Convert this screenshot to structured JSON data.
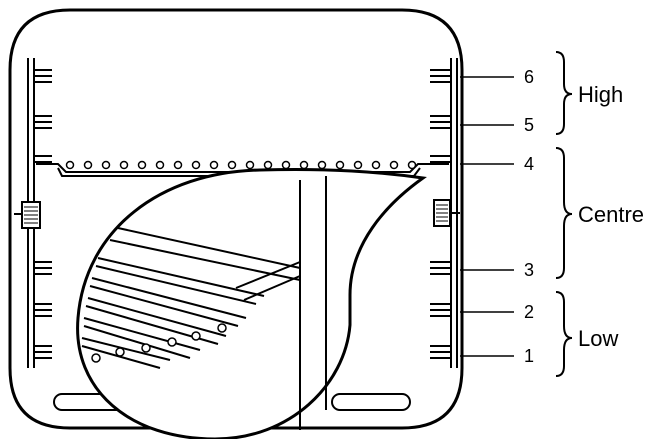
{
  "diagram": {
    "shelf_positions": [
      {
        "number": "6",
        "zone": "High"
      },
      {
        "number": "5",
        "zone": "High"
      },
      {
        "number": "4",
        "zone": "Centre"
      },
      {
        "number": "3",
        "zone": "Centre"
      },
      {
        "number": "2",
        "zone": "Low"
      },
      {
        "number": "1",
        "zone": "Low"
      }
    ],
    "zones": {
      "high": "High",
      "centre": "Centre",
      "low": "Low"
    },
    "colors": {
      "stroke": "#000000",
      "background": "#ffffff"
    }
  }
}
